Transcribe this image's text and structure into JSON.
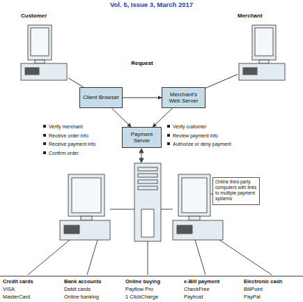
{
  "diagram": {
    "title": "Vol. 5, Issue 3, March 2017",
    "nodes": [
      {
        "text": [
          "Customer"
        ]
      },
      {
        "text": [
          "Merchant"
        ]
      },
      {
        "text": [
          "Client Browser"
        ]
      },
      {
        "text": [
          "Merchant's Web Server"
        ]
      },
      {
        "text": [
          "Payment Server"
        ]
      },
      {
        "text": [
          "Online third-party computers with links to multiple payment systems"
        ]
      }
    ],
    "edges": [
      {
        "from": 0,
        "to": 2,
        "arrow": "none"
      },
      {
        "from": 1,
        "to": 3,
        "arrow": "none"
      },
      {
        "from": 2,
        "to": 3,
        "label": "Request",
        "arrow": "to"
      },
      {
        "from": 2,
        "to": 4,
        "arrow": "to"
      },
      {
        "from": 3,
        "to": 4,
        "arrow": "to"
      }
    ],
    "labels": [
      "Verify merchant",
      "Receive order info",
      "Receive payment info",
      "Confirm order",
      "Verify customer",
      "Review payment info",
      "Authorize or deny payment",
      "Credit cards",
      "VISA",
      "MasterCard",
      "Bank accounts",
      "Debit cards",
      "Online banking",
      "Online buying",
      "Payflow Pro",
      "1 ClickCharge",
      "e-Bill payment",
      "CheckFree",
      "Paytrust",
      "Electronic cash",
      "BillPoint",
      "PayPal"
    ]
  }
}
